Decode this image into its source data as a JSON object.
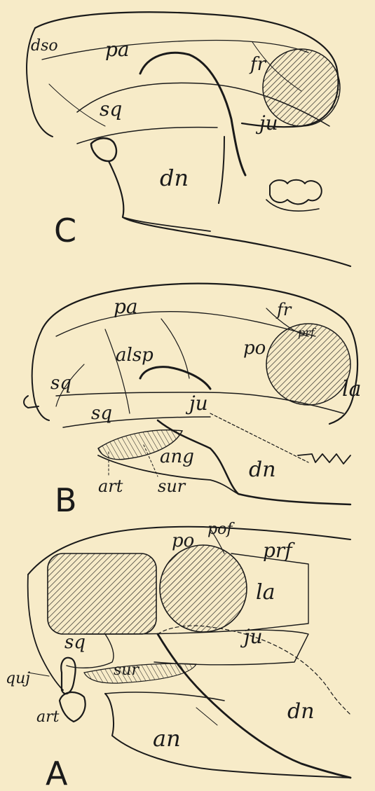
{
  "panels": {
    "C": {
      "letter": "C",
      "labels": {
        "dso": "dso",
        "pa": "pa",
        "fr": "fr",
        "sq": "sq",
        "ju": "ju",
        "dn": "dn"
      }
    },
    "B": {
      "letter": "B",
      "labels": {
        "pa": "pa",
        "fr": "fr",
        "prf": "prf",
        "po": "po",
        "alsp": "alsp",
        "sq_upper": "sq",
        "sq_lower": "sq",
        "la": "la",
        "ju": "ju",
        "ang": "ang",
        "dn": "dn",
        "art": "art",
        "sur": "sur"
      }
    },
    "A": {
      "letter": "A",
      "labels": {
        "po": "po",
        "pof": "pof",
        "prf": "prf",
        "la": "la",
        "ju": "ju",
        "sq": "sq",
        "quj": "quj",
        "sur": "sur",
        "art": "art",
        "an": "an",
        "dn": "dn"
      }
    }
  },
  "colors": {
    "paper": "#f7ebc8",
    "ink": "#1a1a1a"
  }
}
